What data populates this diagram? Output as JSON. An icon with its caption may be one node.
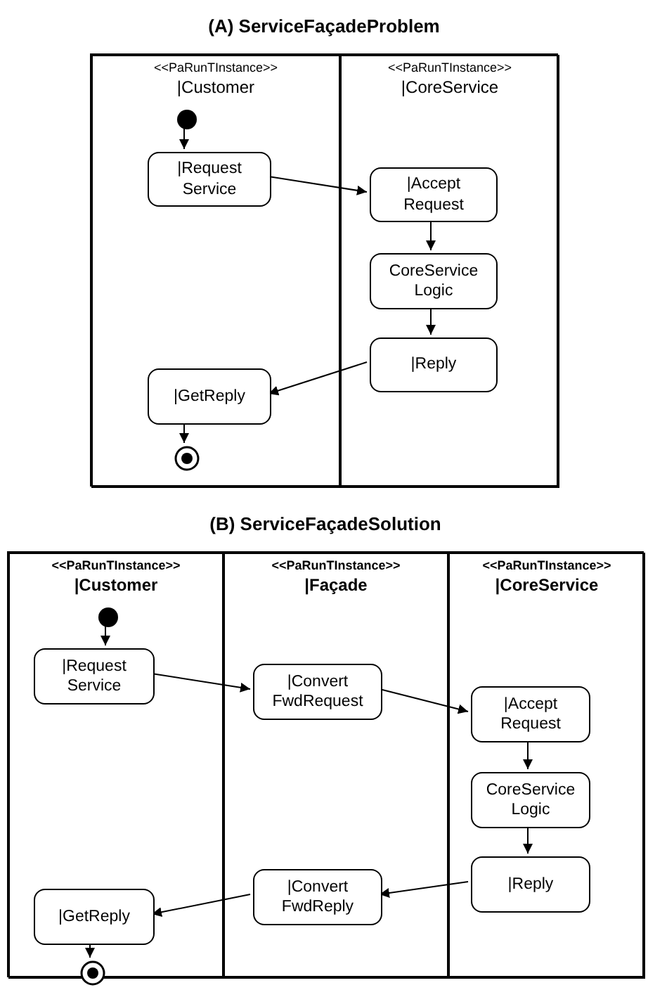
{
  "diagram": {
    "nodes": [
      {
        "text": [
          "(A) ServiceFaçadeProblem"
        ]
      },
      {
        "text": [
          "<<PaRunTInstance>>",
          "|Customer"
        ],
        "in": 0
      },
      {
        "text": [
          "<<PaRunTInstance>>",
          "|CoreService"
        ],
        "in": 0
      },
      {
        "text": [],
        "shape": "circle",
        "in": 1
      },
      {
        "text": [
          "|Request Service"
        ],
        "in": 1
      },
      {
        "text": [
          "|Accept Request"
        ],
        "in": 2
      },
      {
        "text": [
          "CoreService Logic"
        ],
        "in": 2
      },
      {
        "text": [
          "|Reply"
        ],
        "in": 2
      },
      {
        "text": [
          "|GetReply"
        ],
        "in": 1
      },
      {
        "text": [],
        "shape": "bullseye",
        "in": 1
      },
      {
        "text": [
          "(B) ServiceFaçadeSolution"
        ]
      },
      {
        "text": [
          "<<PaRunTInstance>>",
          "|Customer"
        ],
        "in": 10
      },
      {
        "text": [
          "<<PaRunTInstance>>",
          "|Façade"
        ],
        "in": 10
      },
      {
        "text": [
          "<<PaRunTInstance>>",
          "|CoreService"
        ],
        "in": 10
      },
      {
        "text": [],
        "shape": "circle",
        "in": 11
      },
      {
        "text": [
          "|Request Service"
        ],
        "in": 11
      },
      {
        "text": [
          "|Convert FwdRequest"
        ],
        "in": 12
      },
      {
        "text": [
          "|Accept Request"
        ],
        "in": 13
      },
      {
        "text": [
          "CoreService Logic"
        ],
        "in": 13
      },
      {
        "text": [
          "|Reply"
        ],
        "in": 13
      },
      {
        "text": [
          "|Convert FwdReply"
        ],
        "in": 12
      },
      {
        "text": [
          "|GetReply"
        ],
        "in": 11
      },
      {
        "text": [],
        "shape": "bullseye",
        "in": 11
      }
    ],
    "edges": [
      {
        "from": 3,
        "to": 4,
        "arrow": "to"
      },
      {
        "from": 4,
        "to": 5,
        "arrow": "to"
      },
      {
        "from": 5,
        "to": 6,
        "arrow": "to"
      },
      {
        "from": 6,
        "to": 7,
        "arrow": "to"
      },
      {
        "from": 7,
        "to": 8,
        "arrow": "to"
      },
      {
        "from": 8,
        "to": 9,
        "arrow": "to"
      },
      {
        "from": 14,
        "to": 15,
        "arrow": "to"
      },
      {
        "from": 15,
        "to": 16,
        "arrow": "to"
      },
      {
        "from": 16,
        "to": 17,
        "arrow": "to"
      },
      {
        "from": 17,
        "to": 18,
        "arrow": "to"
      },
      {
        "from": 18,
        "to": 19,
        "arrow": "to"
      },
      {
        "from": 19,
        "to": 20,
        "arrow": "to"
      },
      {
        "from": 20,
        "to": 21,
        "arrow": "to"
      },
      {
        "from": 21,
        "to": 22,
        "arrow": "to"
      }
    ]
  }
}
